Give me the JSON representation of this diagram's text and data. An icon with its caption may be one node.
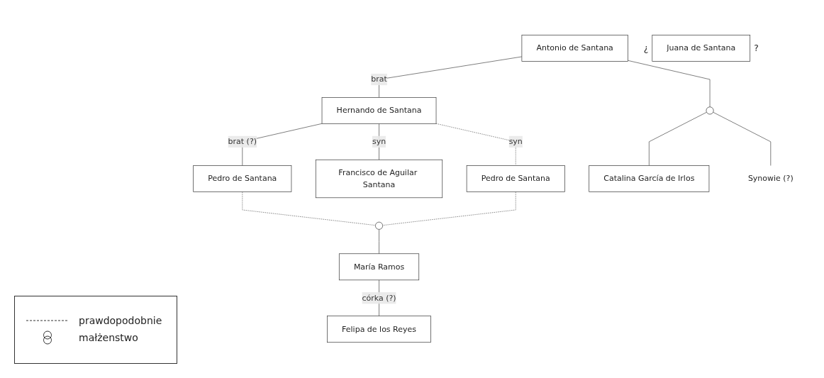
{
  "diagram": {
    "nodes": [
      {
        "text": [
          "Antonio de Santana"
        ]
      },
      {
        "text": [
          "Hernando de Santana"
        ]
      },
      {
        "text": [
          "Pedro de Santana"
        ]
      },
      {
        "text": [],
        "shape": "circle"
      },
      {
        "text": [
          "Catalina García de Irlos"
        ]
      },
      {
        "text": [
          "Francisco de Aguilar Santana"
        ]
      },
      {
        "text": [
          "Pedro de Santana"
        ]
      },
      {
        "text": [
          "Synowie (?)"
        ]
      },
      {
        "text": [
          "Juana de Santana"
        ],
        "beside": [
          "¿",
          "?"
        ]
      },
      {
        "text": [],
        "shape": "circle"
      },
      {
        "text": [
          "María Ramos"
        ]
      },
      {
        "text": [
          "Felipa de los Reyes"
        ]
      }
    ],
    "edges": [
      {
        "from": 0,
        "to": 1,
        "arrow": "none",
        "label": "brat"
      },
      {
        "from": 1,
        "to": 2,
        "arrow": "none",
        "label": "brat (?)"
      },
      {
        "from": 0,
        "to": 3,
        "arrow": "none"
      },
      {
        "from": 3,
        "to": 4,
        "arrow": "none"
      },
      {
        "from": 3,
        "to": 7,
        "arrow": "none"
      },
      {
        "from": 1,
        "to": 5,
        "arrow": "none",
        "label": "syn"
      },
      {
        "from": 1,
        "to": 6,
        "arrow": "none",
        "label": "syn",
        "style": "dashed"
      },
      {
        "from": 6,
        "to": 9,
        "arrow": "none",
        "style": "dashed"
      },
      {
        "from": 2,
        "to": 9,
        "arrow": "none",
        "style": "dashed"
      },
      {
        "from": 9,
        "to": 10,
        "arrow": "none"
      },
      {
        "from": 10,
        "to": 11,
        "arrow": "none",
        "label": "córka (?)"
      }
    ],
    "legend": [
      {
        "text": "prawdopodobnie"
      },
      {
        "text": "małżenstwo"
      }
    ]
  }
}
